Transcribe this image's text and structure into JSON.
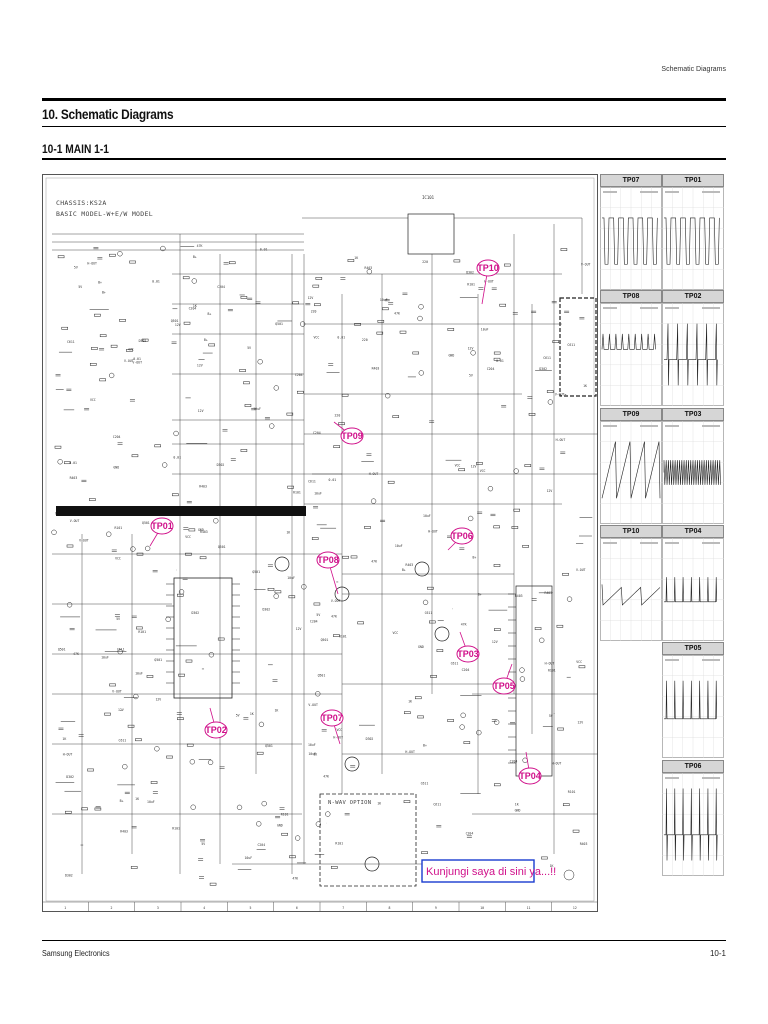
{
  "page": {
    "header_right": "Schematic Diagrams",
    "section_title": "10. Schematic Diagrams",
    "subsection_title": "10-1 MAIN 1-1",
    "footer_left": "Samsung Electronics",
    "footer_right": "10-1"
  },
  "schematic": {
    "chassis_line1": "CHASSIS:KS2A",
    "chassis_line2": "BASIC MODEL-W+E/W MODEL",
    "nwav_label": "N-WAV OPTION",
    "overlay_message": "Kunjungi saya di sini ya...!!",
    "grid_columns": [
      "1",
      "2",
      "3",
      "4",
      "5",
      "6",
      "7",
      "8",
      "9",
      "10",
      "11",
      "12"
    ],
    "test_points": [
      {
        "id": "TP10",
        "label": "TP10"
      },
      {
        "id": "TP09",
        "label": "TP09"
      },
      {
        "id": "TP01",
        "label": "TP01"
      },
      {
        "id": "TP08",
        "label": "TP08"
      },
      {
        "id": "TP06",
        "label": "TP06"
      },
      {
        "id": "TP03",
        "label": "TP03"
      },
      {
        "id": "TP05",
        "label": "TP05"
      },
      {
        "id": "TP02",
        "label": "TP02"
      },
      {
        "id": "TP07",
        "label": "TP07"
      },
      {
        "id": "TP04",
        "label": "TP04"
      }
    ],
    "ic_label": "IC101"
  },
  "waveforms": [
    {
      "label": "TP07",
      "shape": "neg-pulse"
    },
    {
      "label": "TP01",
      "shape": "neg-pulse"
    },
    {
      "label": "TP08",
      "shape": "pulse-train"
    },
    {
      "label": "TP02",
      "shape": "pos-spike"
    },
    {
      "label": "TP09",
      "shape": "sawtooth"
    },
    {
      "label": "TP03",
      "shape": "dense"
    },
    {
      "label": "TP10",
      "shape": "inv-sawtooth"
    },
    {
      "label": "TP04",
      "shape": "pos-pulse"
    },
    {
      "label": "TP05",
      "shape": "pos-pulse-tall"
    },
    {
      "label": "TP06",
      "shape": "spike"
    }
  ],
  "colors": {
    "accent": "#d0108a",
    "rule": "#000000",
    "osc_label_bg": "#d6d6d6"
  }
}
